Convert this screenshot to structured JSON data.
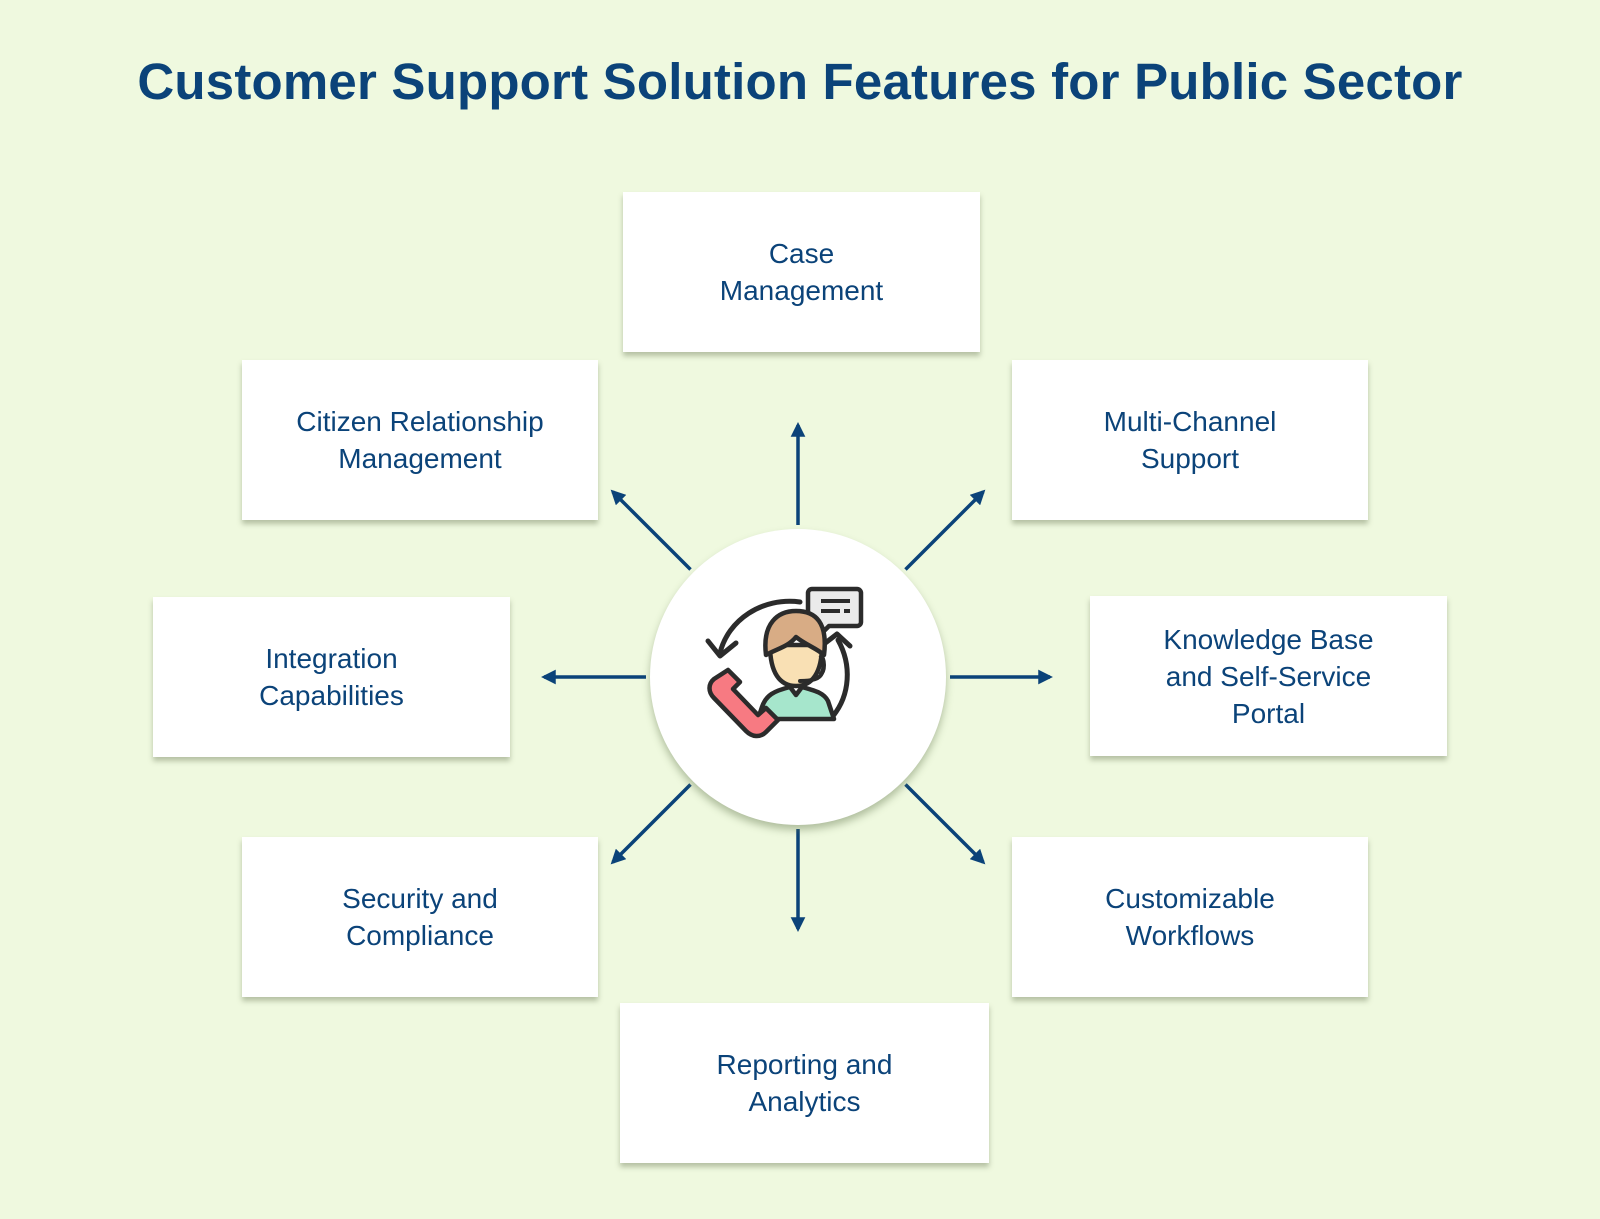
{
  "title": "Customer Support Solution Features for Public Sector",
  "colors": {
    "background": "#eff9df",
    "accent": "#0b4379",
    "card": "#ffffff"
  },
  "hub": {
    "icon": "customer-support-agent-icon"
  },
  "features": [
    {
      "id": "case-management",
      "lines": [
        "Case",
        "Management"
      ],
      "direction": "up"
    },
    {
      "id": "multi-channel-support",
      "lines": [
        "Multi-Channel",
        "Support"
      ],
      "direction": "up-right"
    },
    {
      "id": "knowledge-base",
      "lines": [
        "Knowledge Base",
        "and Self-Service",
        "Portal"
      ],
      "direction": "right"
    },
    {
      "id": "customizable-workflows",
      "lines": [
        "Customizable",
        "Workflows"
      ],
      "direction": "down-right"
    },
    {
      "id": "reporting-analytics",
      "lines": [
        "Reporting and",
        "Analytics"
      ],
      "direction": "down"
    },
    {
      "id": "security-compliance",
      "lines": [
        "Security and",
        "Compliance"
      ],
      "direction": "down-left"
    },
    {
      "id": "integration-capabilities",
      "lines": [
        "Integration",
        "Capabilities"
      ],
      "direction": "left"
    },
    {
      "id": "citizen-relationship-management",
      "lines": [
        "Citizen Relationship",
        "Management"
      ],
      "direction": "up-left"
    }
  ]
}
